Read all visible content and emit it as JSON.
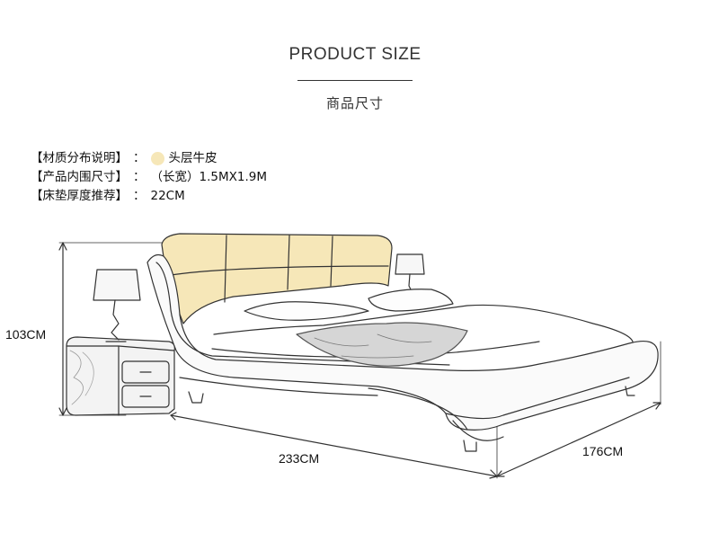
{
  "header": {
    "title": "PRODUCT SIZE",
    "subtitle": "商品尺寸"
  },
  "specs": [
    {
      "label": "【材质分布说明】",
      "value": "头层牛皮",
      "has_swatch": true
    },
    {
      "label": "【产品内围尺寸】",
      "value": "（长宽）1.5MX1.9M",
      "has_swatch": false
    },
    {
      "label": "【床垫厚度推荐】",
      "value": "22CM",
      "has_swatch": false
    }
  ],
  "separator": "：",
  "dimensions": {
    "height": "103CM",
    "length": "233CM",
    "width": "176CM"
  },
  "colors": {
    "headboard": "#f6e7b8",
    "line": "#333333",
    "swatch": "#f6e7b8"
  },
  "icons": [
    "bed-illustration",
    "nightstand-illustration",
    "table-lamp-illustration"
  ]
}
